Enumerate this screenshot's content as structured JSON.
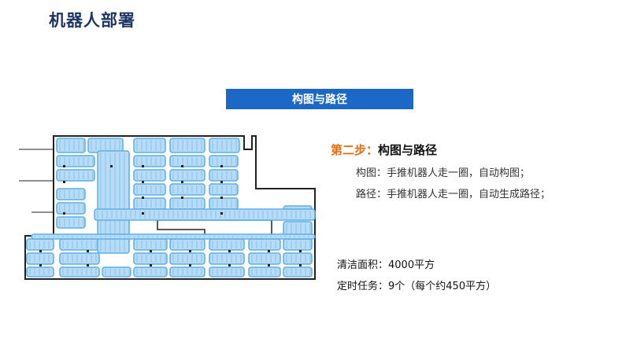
{
  "page": {
    "title": "机器人部署"
  },
  "banner": {
    "label": "构图与路径"
  },
  "step": {
    "prefix": "第二步：",
    "title": "构图与路径",
    "lines": [
      "构图：手推机器人走一圈，自动构图；",
      "路径：手推机器人走一圈，自动生成路径；"
    ]
  },
  "stats": {
    "area": "清洁面积：4000平方",
    "tasks": "定时任务：9个（每个约450平方）"
  },
  "colors": {
    "title": "#1f3563",
    "banner": "#1b68c6",
    "step_prefix": "#e46c0a",
    "path": "#5aaee8",
    "path_fill": "#b9dcf6"
  }
}
